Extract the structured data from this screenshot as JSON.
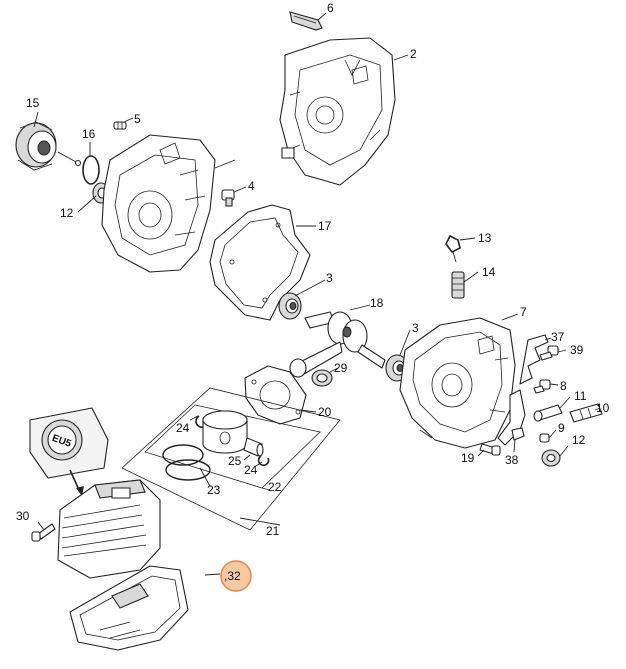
{
  "labels": {
    "p1": "",
    "p2": "2",
    "p3a": "3",
    "p3b": "3",
    "p4": "4",
    "p5": "5",
    "p6": "6",
    "p7": "7",
    "p8": "8",
    "p9": "9",
    "p10": "10",
    "p11": "11",
    "p12a": "12",
    "p12b": "12",
    "p13": "13",
    "p14": "14",
    "p15": "15",
    "p16": "16",
    "p17": "17",
    "p18": "18",
    "p19": "19",
    "p20": "20",
    "p21": "21",
    "p22": "22",
    "p23": "23",
    "p24a": "24",
    "p24b": "24",
    "p25": "25",
    "p29": "29",
    "p30": "30",
    "p32": ",32",
    "p37": "37",
    "p38": "38",
    "p39": "39"
  },
  "inset_stamp": "EU5",
  "highlight": {
    "label": ",32",
    "fill": "#f6c9a3",
    "stroke": "#e0874a"
  }
}
